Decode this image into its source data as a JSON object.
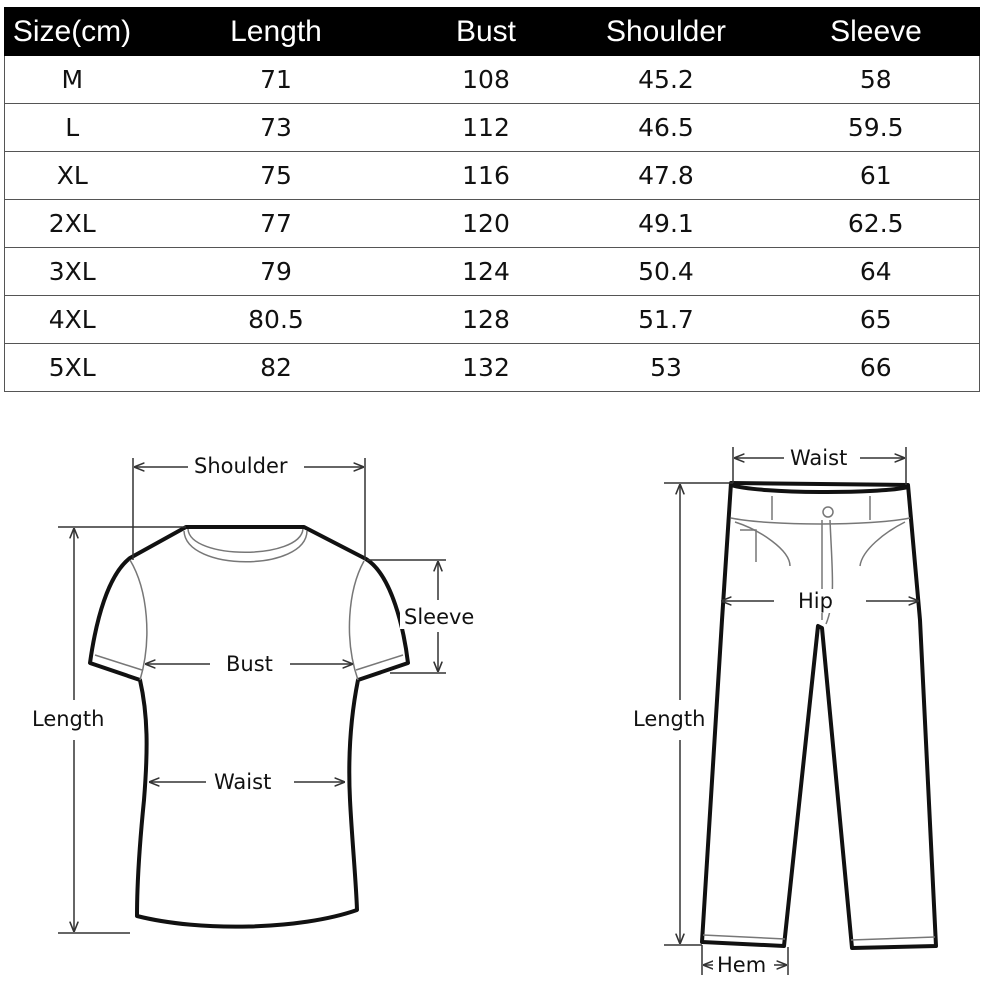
{
  "table": {
    "headers": [
      "Size(cm)",
      "Length",
      "Bust",
      "Shoulder",
      "Sleeve"
    ],
    "rows": [
      [
        "M",
        "71",
        "108",
        "45.2",
        "58"
      ],
      [
        "L",
        "73",
        "112",
        "46.5",
        "59.5"
      ],
      [
        "XL",
        "75",
        "116",
        "47.8",
        "61"
      ],
      [
        "2XL",
        "77",
        "120",
        "49.1",
        "62.5"
      ],
      [
        "3XL",
        "79",
        "124",
        "50.4",
        "64"
      ],
      [
        "4XL",
        "80.5",
        "128",
        "51.7",
        "65"
      ],
      [
        "5XL",
        "82",
        "132",
        "53",
        "66"
      ]
    ]
  },
  "shirt_diagram": {
    "shoulder": "Shoulder",
    "sleeve": "Sleeve",
    "bust": "Bust",
    "length": "Length",
    "waist": "Waist"
  },
  "pants_diagram": {
    "waist": "Waist",
    "hip": "Hip",
    "length": "Length",
    "hem": "Hem"
  }
}
